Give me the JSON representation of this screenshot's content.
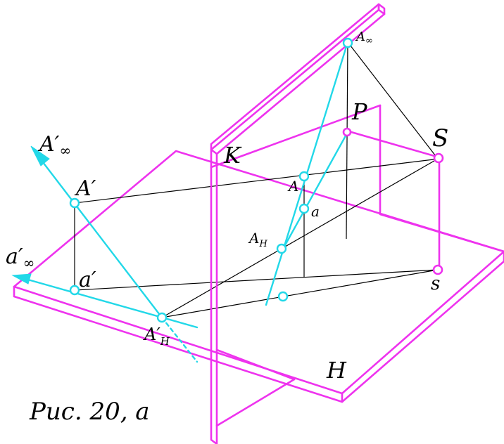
{
  "labels": {
    "A_inf_prime": "A′",
    "A_inf_prime_sub": "∞",
    "A_prime": "A′",
    "a_prime_inf": "a′",
    "a_prime_inf_sub": "∞",
    "a_prime": "a′",
    "A_H_prime": "A′",
    "A_H_prime_sub": "H",
    "K": "K",
    "A": "A",
    "a": "a",
    "A_H": "A",
    "A_H_sub": "H",
    "A_inf": "A",
    "A_inf_sub": "∞",
    "P": "P",
    "S": "S",
    "s": "s",
    "H": "H"
  },
  "caption": "Рис. 20, a",
  "colors": {
    "planes": "#ee33ee",
    "projection_lines": "#22d8e8",
    "construction_lines": "#000000"
  }
}
